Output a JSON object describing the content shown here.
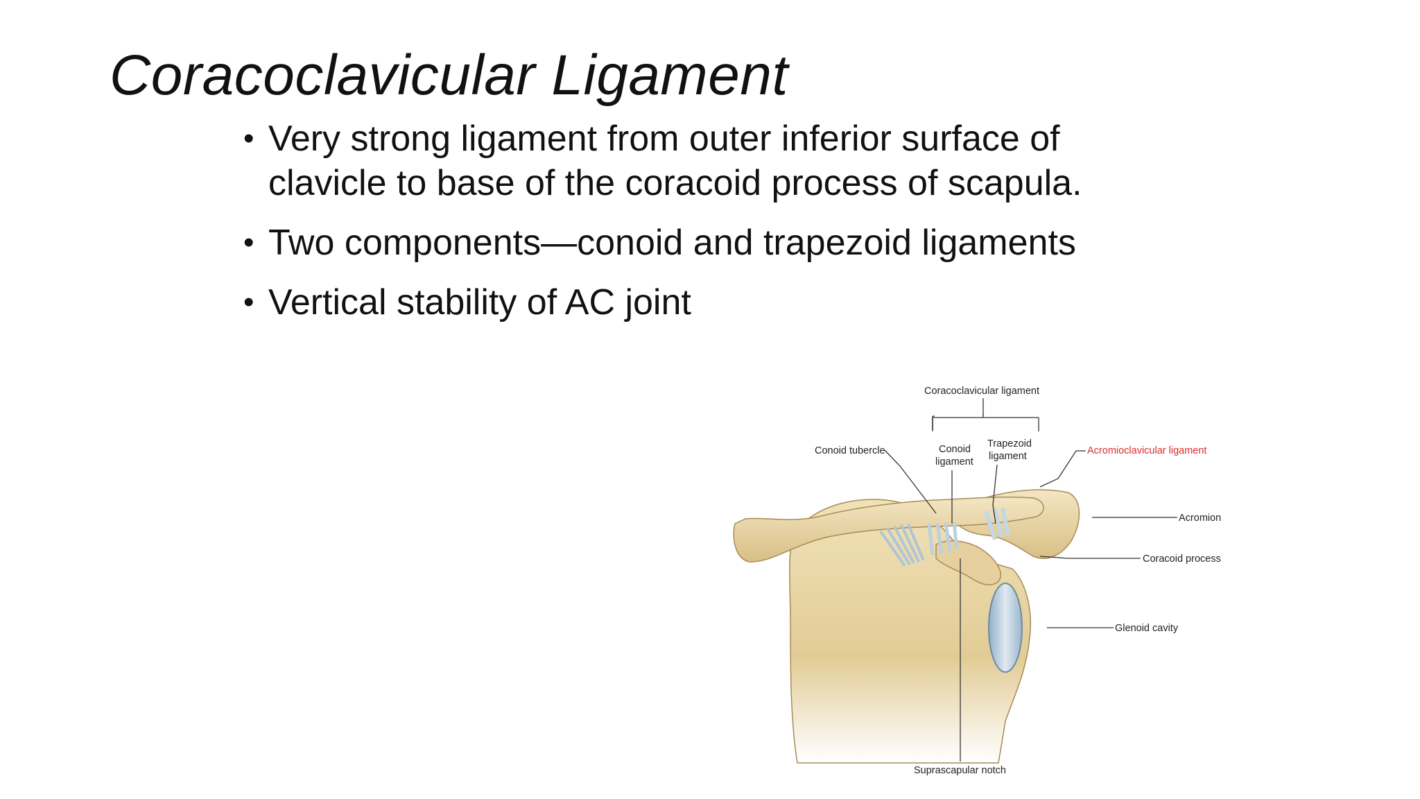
{
  "slide": {
    "title": "Coracoclavicular Ligament",
    "bullets": [
      "Very strong ligament from outer inferior surface of clavicle to base of the coracoid process of scapula.",
      "Two components—conoid and trapezoid ligaments",
      "Vertical stability of AC joint"
    ]
  },
  "figure": {
    "labels": {
      "coracoclavicular": "Coracoclavicular ligament",
      "conoid_tubercle": "Conoid tubercle",
      "conoid_line1": "Conoid",
      "conoid_line2": "ligament",
      "trapezoid_line1": "Trapezoid",
      "trapezoid_line2": "ligament",
      "acromioclavicular": "Acromioclavicular ligament",
      "acromion": "Acromion",
      "coracoid": "Coracoid process",
      "glenoid": "Glenoid cavity",
      "suprascapular": "Suprascapular notch"
    },
    "colors": {
      "bone": "#e8d7a8",
      "bone_shadow": "#c9a96a",
      "ligament": "#b9cddd",
      "highlight_label": "#d92b2b"
    }
  }
}
